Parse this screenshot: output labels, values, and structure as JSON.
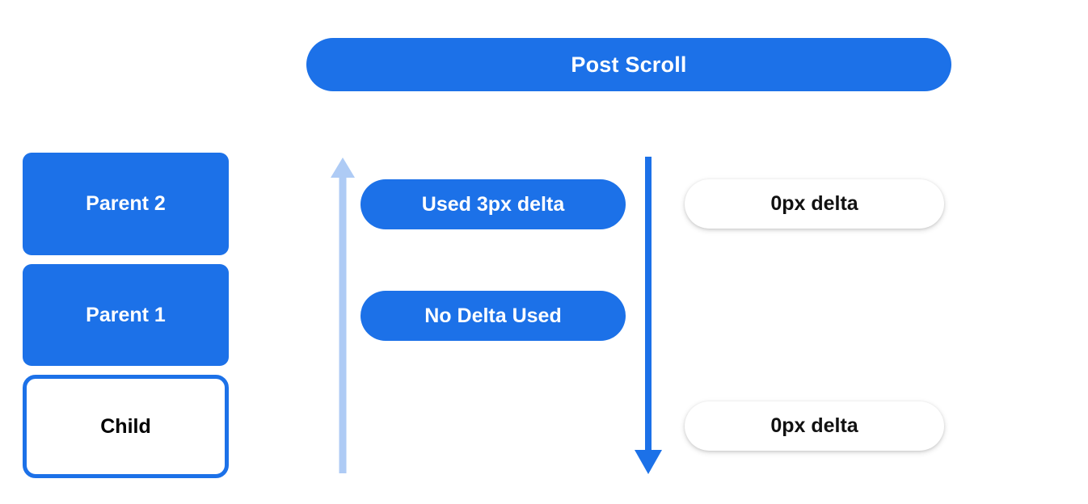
{
  "page": {
    "background_color": "#ffffff",
    "accent_blue": "#1c71e8",
    "light_blue": "#aecbf5",
    "text_dark": "#111111",
    "text_light": "#ffffff"
  },
  "header": {
    "title": "Post Scroll"
  },
  "left_column": {
    "boxes": [
      {
        "label": "Parent 2",
        "style": "filled"
      },
      {
        "label": "Parent 1",
        "style": "filled"
      },
      {
        "label": "Child",
        "style": "outlined"
      }
    ]
  },
  "arrows": [
    {
      "name": "scroll-up-arrow",
      "direction": "up",
      "color": "#aecbf5"
    },
    {
      "name": "scroll-down-arrow",
      "direction": "down",
      "color": "#1c71e8"
    }
  ],
  "middle_column": {
    "pills": [
      {
        "label": "Used 3px delta"
      },
      {
        "label": "No Delta Used"
      }
    ]
  },
  "right_column": {
    "pills": [
      {
        "label": "0px delta"
      },
      {
        "label": "0px delta"
      }
    ]
  }
}
